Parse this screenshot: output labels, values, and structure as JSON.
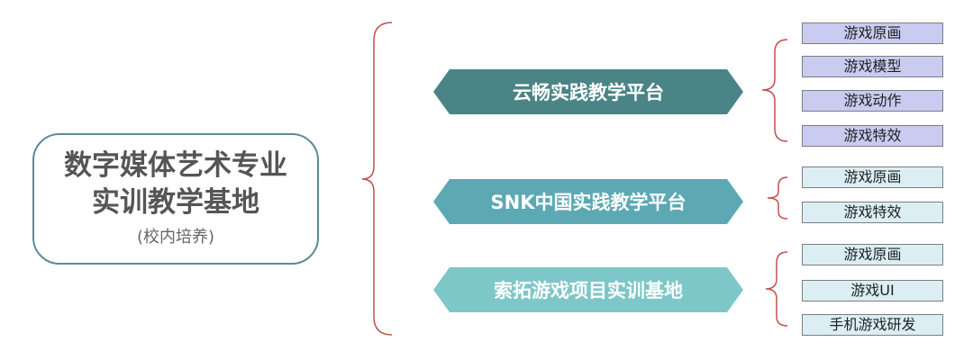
{
  "root": {
    "title_line1": "数字媒体艺术专业",
    "title_line2": "实训教学基地",
    "subtitle": "(校内培养)"
  },
  "platforms": [
    {
      "name": "云畅实践教学平台",
      "color": "#4a8487",
      "leaves": [
        "游戏原画",
        "游戏模型",
        "游戏动作",
        "游戏特效"
      ]
    },
    {
      "name": "SNK中国实践教学平台",
      "color": "#5ca9b4",
      "leaves": [
        "游戏原画",
        "游戏特效"
      ]
    },
    {
      "name": "索拓游戏项目实训基地",
      "color": "#7ec7c8",
      "leaves": [
        "游戏原画",
        "游戏UI",
        "手机游戏研发"
      ]
    }
  ],
  "colors": {
    "bracket": "#c0504d",
    "leaf_group1_fill": "#c9cbf1",
    "leaf_group2_fill": "#dbeef4",
    "root_border": "#5b8c94"
  }
}
